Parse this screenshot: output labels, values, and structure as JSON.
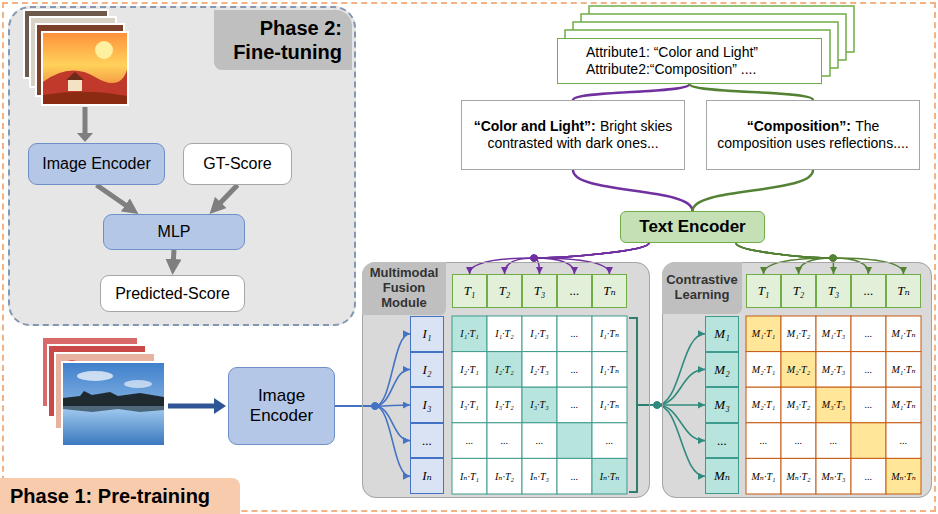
{
  "diagram": {
    "nodes": [
      {
        "text": [
          "Phase 1: Pre-training"
        ]
      },
      {
        "text": [
          "Phase 2: Fine-tuning"
        ],
        "in": 0
      },
      {
        "text": [
          "Image Encoder"
        ],
        "in": 1
      },
      {
        "text": [
          "GT-Score"
        ],
        "in": 1
      },
      {
        "text": [
          "MLP"
        ],
        "in": 1
      },
      {
        "text": [
          "Predicted-Score"
        ],
        "in": 1
      },
      {
        "text": [
          "Attribute1: “Color and Light”",
          "Attribute2:“Composition” ...."
        ],
        "in": 0
      },
      {
        "text": [
          "“Color and Light”:",
          "Bright skies contrasted with dark ones..."
        ],
        "in": 0
      },
      {
        "text": [
          "“Composition”:",
          "The composition uses reflections...."
        ],
        "in": 0
      },
      {
        "text": [
          "Text Encoder"
        ],
        "in": 0
      },
      {
        "text": [
          "Image Encoder"
        ],
        "in": 0
      },
      {
        "text": [
          "Multimodal Fusion Module"
        ],
        "in": 0
      },
      {
        "text": [
          "T₁"
        ],
        "in": 11
      },
      {
        "text": [
          "T₂"
        ],
        "in": 11
      },
      {
        "text": [
          "T₃"
        ],
        "in": 11
      },
      {
        "text": [
          "..."
        ],
        "in": 11
      },
      {
        "text": [
          "Tₙ"
        ],
        "in": 11
      },
      {
        "text": [
          "I₁"
        ],
        "in": 11
      },
      {
        "text": [
          "I₂"
        ],
        "in": 11
      },
      {
        "text": [
          "I₃"
        ],
        "in": 11
      },
      {
        "text": [
          "..."
        ],
        "in": 11
      },
      {
        "text": [
          "Iₙ"
        ],
        "in": 11
      },
      {
        "text": [
          "Contrastive Learning"
        ],
        "in": 0
      },
      {
        "text": [
          "T₁"
        ],
        "in": 22
      },
      {
        "text": [
          "T₂"
        ],
        "in": 22
      },
      {
        "text": [
          "T₃"
        ],
        "in": 22
      },
      {
        "text": [
          "..."
        ],
        "in": 22
      },
      {
        "text": [
          "Tₙ"
        ],
        "in": 22
      },
      {
        "text": [
          "M₁"
        ],
        "in": 22
      },
      {
        "text": [
          "M₂"
        ],
        "in": 22
      },
      {
        "text": [
          "M₃"
        ],
        "in": 22
      },
      {
        "text": [
          "..."
        ],
        "in": 22
      },
      {
        "text": [
          "Mₙ"
        ],
        "in": 22
      }
    ],
    "edges": [
      {
        "from": 2,
        "to": 4,
        "arrow": "to"
      },
      {
        "from": 3,
        "to": 4,
        "arrow": "to"
      },
      {
        "from": 4,
        "to": 5,
        "arrow": "to"
      },
      {
        "from": 6,
        "to": 7,
        "arrow": "none"
      },
      {
        "from": 6,
        "to": 8,
        "arrow": "none"
      },
      {
        "from": 7,
        "to": 9,
        "arrow": "none"
      },
      {
        "from": 8,
        "to": 9,
        "arrow": "none"
      },
      {
        "from": 9,
        "to": 12,
        "arrow": "to"
      },
      {
        "from": 9,
        "to": 13,
        "arrow": "to"
      },
      {
        "from": 9,
        "to": 14,
        "arrow": "to"
      },
      {
        "from": 9,
        "to": 15,
        "arrow": "to"
      },
      {
        "from": 9,
        "to": 16,
        "arrow": "to"
      },
      {
        "from": 9,
        "to": 23,
        "arrow": "to"
      },
      {
        "from": 9,
        "to": 24,
        "arrow": "to"
      },
      {
        "from": 9,
        "to": 25,
        "arrow": "to"
      },
      {
        "from": 9,
        "to": 26,
        "arrow": "to"
      },
      {
        "from": 9,
        "to": 27,
        "arrow": "to"
      },
      {
        "from": 10,
        "to": 17,
        "arrow": "to"
      },
      {
        "from": 10,
        "to": 18,
        "arrow": "to"
      },
      {
        "from": 10,
        "to": 19,
        "arrow": "to"
      },
      {
        "from": 10,
        "to": 20,
        "arrow": "to"
      },
      {
        "from": 10,
        "to": 21,
        "arrow": "to"
      },
      {
        "from": 11,
        "to": 28,
        "arrow": "to"
      },
      {
        "from": 11,
        "to": 29,
        "arrow": "to"
      },
      {
        "from": 11,
        "to": 30,
        "arrow": "to"
      },
      {
        "from": 11,
        "to": 31,
        "arrow": "to"
      },
      {
        "from": 11,
        "to": 32,
        "arrow": "to"
      }
    ],
    "labels": [
      "I₁·T₁",
      "I₁·T₂",
      "I₁·T₃",
      "...",
      "I₁·Tₙ",
      "I₂·T₁",
      "I₂·T₂",
      "I₂·T₃",
      "...",
      "I₁·Tₙ",
      "I₃·T₁",
      "I₃·T₂",
      "I₃·T₃",
      "...",
      "I₁·Tₙ",
      "...",
      "...",
      "...",
      "...",
      "Iₙ·T₁",
      "Iₙ·T₂",
      "Iₙ·T₃",
      "...",
      "Iₙ·Tₙ",
      "M₁·T₁",
      "M₁·T₂",
      "M₁·T₃",
      "...",
      "M₁·Tₙ",
      "M₂·T₁",
      "M₂·T₂",
      "M₂·T₃",
      "...",
      "M₁·Tₙ",
      "M₂·T₁",
      "M₃·T₂",
      "M₃·T₃",
      "...",
      "M₁·Tₙ",
      "...",
      "...",
      "...",
      "...",
      "Mₙ·T₁",
      "Mₙ·T₂",
      "Mₙ·T₃",
      "...",
      "Mₙ·Tₙ"
    ]
  }
}
